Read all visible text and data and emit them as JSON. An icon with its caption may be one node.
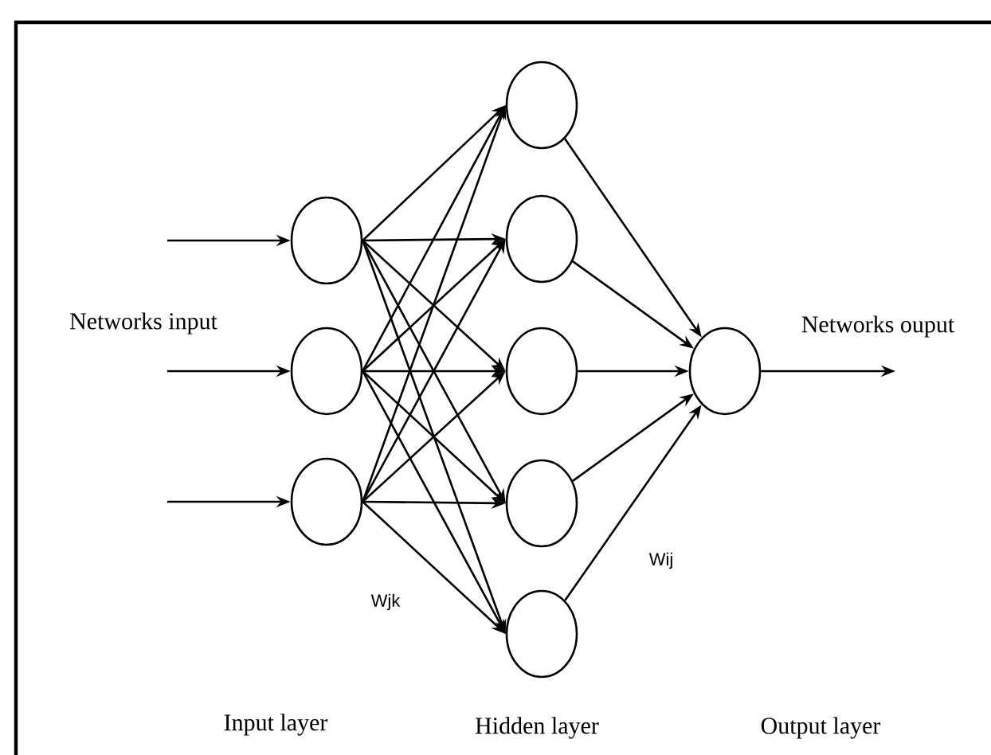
{
  "diagram": {
    "nodes": [
      {
        "text": [],
        "shape": "circle"
      },
      {
        "text": [],
        "shape": "circle"
      },
      {
        "text": [],
        "shape": "circle"
      },
      {
        "text": [],
        "shape": "circle"
      },
      {
        "text": [],
        "shape": "circle"
      },
      {
        "text": [],
        "shape": "circle"
      },
      {
        "text": [],
        "shape": "circle"
      },
      {
        "text": [],
        "shape": "circle"
      },
      {
        "text": [],
        "shape": "circle"
      }
    ],
    "edges": [
      {
        "from": null,
        "to": 0,
        "arrow": "to"
      },
      {
        "from": null,
        "to": 1,
        "arrow": "to"
      },
      {
        "from": null,
        "to": 2,
        "arrow": "to"
      },
      {
        "from": 0,
        "to": 3,
        "arrow": "to"
      },
      {
        "from": 0,
        "to": 4,
        "arrow": "to"
      },
      {
        "from": 0,
        "to": 5,
        "arrow": "to"
      },
      {
        "from": 0,
        "to": 6,
        "arrow": "to"
      },
      {
        "from": 0,
        "to": 7,
        "arrow": "to"
      },
      {
        "from": 1,
        "to": 3,
        "arrow": "to"
      },
      {
        "from": 1,
        "to": 4,
        "arrow": "to"
      },
      {
        "from": 1,
        "to": 5,
        "arrow": "to"
      },
      {
        "from": 1,
        "to": 6,
        "arrow": "to"
      },
      {
        "from": 1,
        "to": 7,
        "arrow": "to"
      },
      {
        "from": 2,
        "to": 3,
        "arrow": "to"
      },
      {
        "from": 2,
        "to": 4,
        "arrow": "to"
      },
      {
        "from": 2,
        "to": 5,
        "arrow": "to"
      },
      {
        "from": 2,
        "to": 6,
        "arrow": "to"
      },
      {
        "from": 2,
        "to": 7,
        "arrow": "to"
      },
      {
        "from": 3,
        "to": 8,
        "arrow": "to"
      },
      {
        "from": 4,
        "to": 8,
        "arrow": "to"
      },
      {
        "from": 5,
        "to": 8,
        "arrow": "to"
      },
      {
        "from": 6,
        "to": 8,
        "arrow": "to"
      },
      {
        "from": 7,
        "to": 8,
        "arrow": "to"
      },
      {
        "from": 8,
        "to": null,
        "arrow": "to"
      }
    ],
    "labels": [
      "Networks input",
      "Networks ouput",
      "Wjk",
      "Wij",
      "Input layer",
      "Hidden layer",
      "Output layer"
    ]
  }
}
